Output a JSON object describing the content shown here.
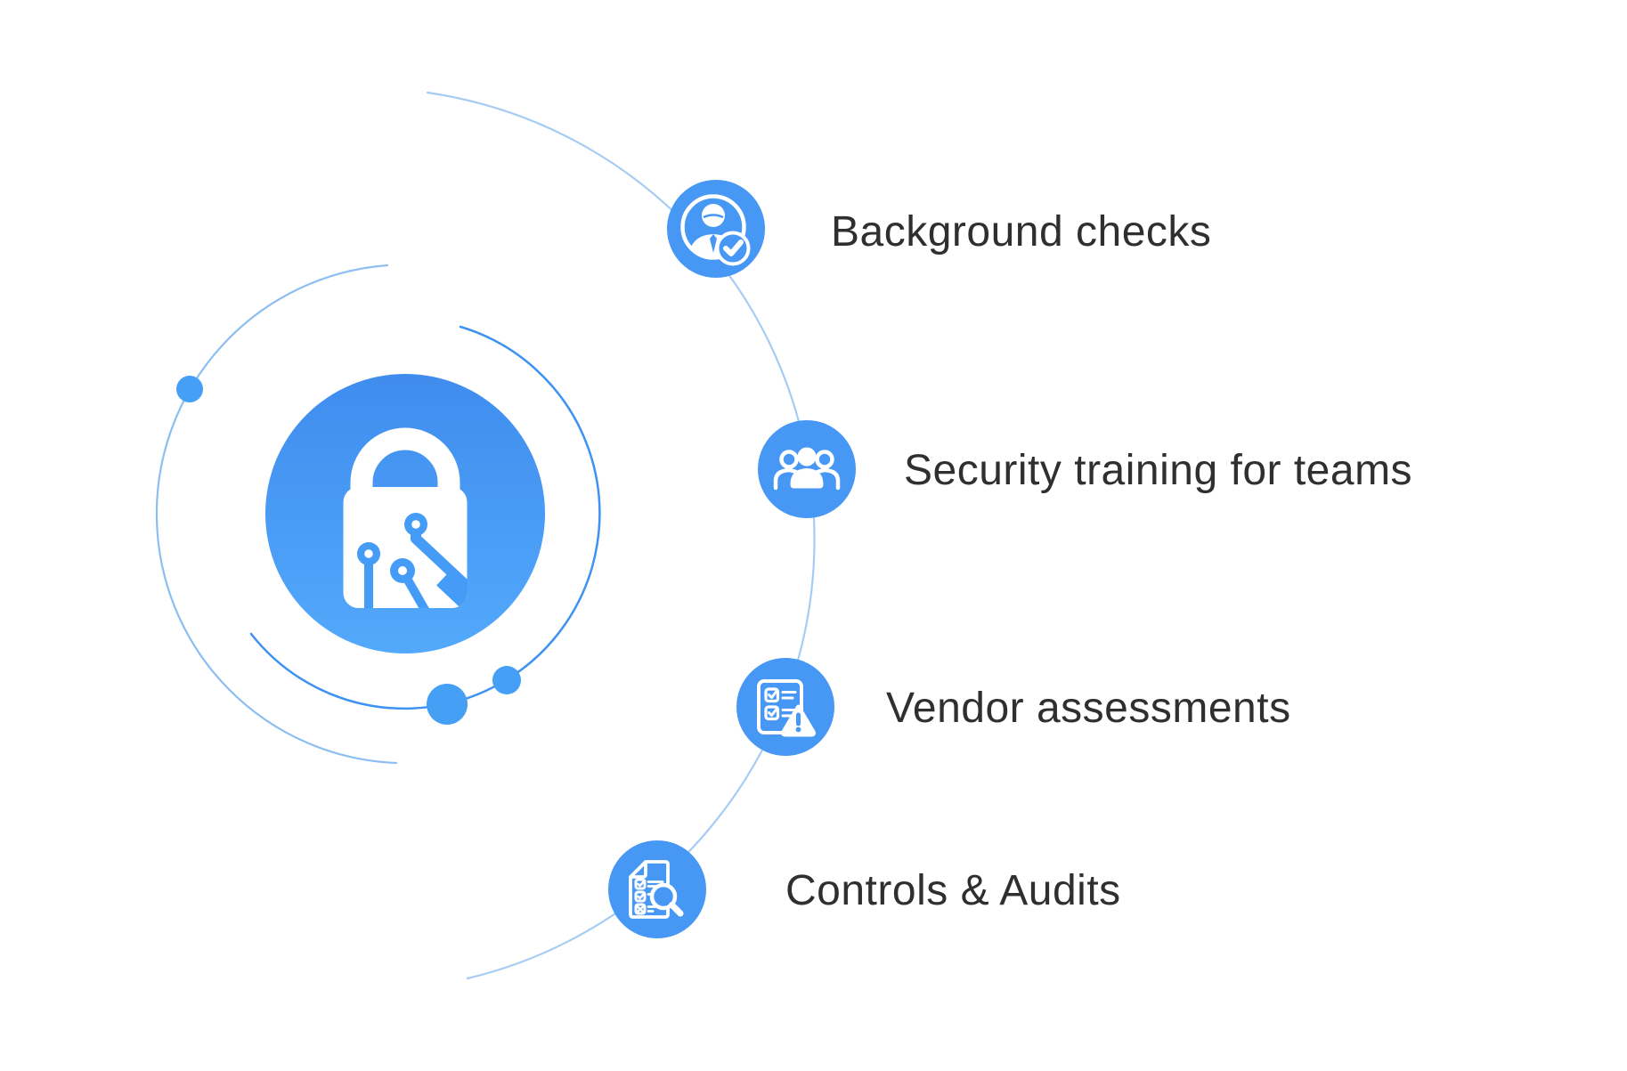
{
  "diagram": {
    "title": "",
    "center": {
      "icon": "circuit-lock-icon"
    },
    "items": [
      {
        "label": "Background checks",
        "icon": "person-check-icon"
      },
      {
        "label": "Security training for teams",
        "icon": "team-icon"
      },
      {
        "label": "Vendor assessments",
        "icon": "checklist-warning-icon"
      },
      {
        "label": "Controls & Audits",
        "icon": "document-search-icon"
      }
    ],
    "colors": {
      "background": "#FFFFFF",
      "icon_circle": "#4797F5",
      "circuit": "#459CF7",
      "center_gradient_top": "#3F8CEE",
      "center_gradient_bottom": "#53A9FB",
      "orbit_light": "#A6CCF4",
      "orbit_medium": "#8CBEF2",
      "orbit_inner": "#3E92F2",
      "dot": "#45A0F5",
      "label_text": "#2F2F2F"
    }
  }
}
